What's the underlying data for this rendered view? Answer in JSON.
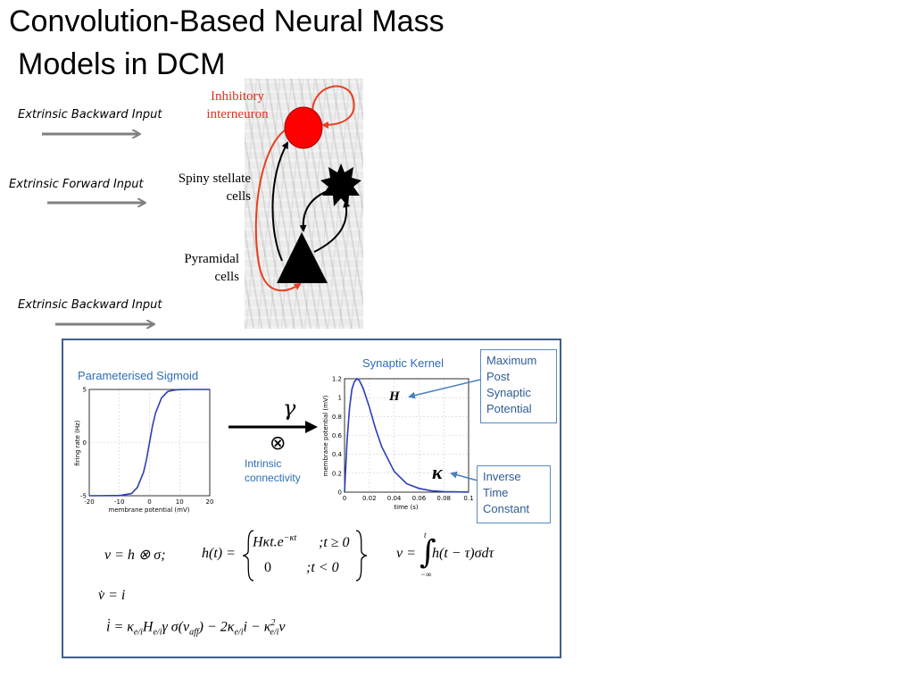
{
  "title": {
    "line1": "Convolution-Based Neural Mass",
    "line2": "Models in DCM"
  },
  "inputs": {
    "backward_top": "Extrinsic Backward Input",
    "forward": "Extrinsic Forward Input",
    "backward_bottom": "Extrinsic Backward Input"
  },
  "cells": {
    "inhibitory_line1": "Inhibitory",
    "inhibitory_line2": "interneuron",
    "spiny_line1": "Spiny stellate",
    "spiny_line2": "cells",
    "pyramidal_line1": "Pyramidal",
    "pyramidal_line2": "cells"
  },
  "colors": {
    "inhibitory": "#ff0000",
    "red_arrow": "#e8401f",
    "panel_border": "#3f5f8a",
    "curve": "#2b3fb5"
  },
  "sigmoid": {
    "title": "Parameterised Sigmoid",
    "ylabel": "firing rate (Hz)",
    "xlabel": "membrane potential (mV)",
    "xticks": [
      "-20",
      "-10",
      "0",
      "10",
      "20"
    ],
    "yticks": [
      "5",
      "0",
      "-5"
    ]
  },
  "kernel": {
    "title": "Synaptic Kernel",
    "ylabel": "membrane potential (mV)",
    "xlabel": "time (s)",
    "xticks": [
      "0",
      "0.02",
      "0.04",
      "0.06",
      "0.08",
      "0.1"
    ],
    "yticks": [
      "1.2",
      "1",
      "0.8",
      "0.6",
      "0.4",
      "0.2",
      "0"
    ],
    "h_label": "H",
    "kappa_label": "κ"
  },
  "connector": {
    "gamma": "γ",
    "otimes": "⊗",
    "label_line1": "Intrinsic",
    "label_line2": "connectivity"
  },
  "callouts": {
    "mpsp": [
      "Maximum",
      "Post",
      "Synaptic",
      "Potential"
    ],
    "itc": [
      "Inverse",
      "Time",
      "Constant"
    ]
  },
  "chart_data": [
    {
      "type": "line",
      "title": "Parameterised Sigmoid",
      "xlabel": "membrane potential (mV)",
      "ylabel": "firing rate (Hz)",
      "xlim": [
        -20,
        20
      ],
      "ylim": [
        -5,
        5
      ],
      "grid": true,
      "series": [
        {
          "x": [
            -20,
            -10,
            -6,
            -4,
            -2,
            -1,
            0,
            1,
            2,
            4,
            6,
            8,
            10,
            14,
            20
          ],
          "values": [
            -5,
            -4.98,
            -4.8,
            -4.2,
            -2.8,
            -1.6,
            0,
            1.6,
            2.8,
            4.2,
            4.8,
            4.93,
            4.98,
            5,
            5
          ]
        }
      ]
    },
    {
      "type": "line",
      "title": "Synaptic Kernel",
      "xlabel": "time (s)",
      "ylabel": "membrane potential (mV)",
      "xlim": [
        0,
        0.1
      ],
      "ylim": [
        0,
        1.2
      ],
      "grid": true,
      "series": [
        {
          "x": [
            0,
            0.002,
            0.004,
            0.006,
            0.008,
            0.01,
            0.012,
            0.015,
            0.02,
            0.025,
            0.03,
            0.04,
            0.05,
            0.06,
            0.07,
            0.08,
            0.1
          ],
          "values": [
            0,
            0.54,
            0.89,
            1.09,
            1.17,
            1.2,
            1.18,
            1.1,
            0.9,
            0.67,
            0.48,
            0.22,
            0.09,
            0.04,
            0.015,
            0.006,
            0.001
          ]
        }
      ]
    }
  ],
  "equations": {
    "e1": "v = h ⊗ σ;",
    "e2_lhs": "h(t) =",
    "e2_case1": "Hκt.e",
    "e2_case1_exp": "−κt",
    "e2_case1_cond": ";t ≥ 0",
    "e2_case2": "0",
    "e2_case2_cond": ";t < 0",
    "e3_lhs": "v =",
    "e3_upper": "t",
    "e3_lower": "−∞",
    "e3_body": "h(t − τ)σdτ",
    "e4": "v̇  = i",
    "e5": "i̇ = κ",
    "e5_sub1": "e/i",
    "e5_mid1": "H",
    "e5_sub2": "e/i",
    "e5_mid2": "γ  σ(v",
    "e5_sub3": "aff",
    "e5_mid3": ") − 2κ",
    "e5_sub4": "e/i",
    "e5_mid4": "i − κ",
    "e5_sup5": "2",
    "e5_sub5": "e/i",
    "e5_end": "v"
  }
}
